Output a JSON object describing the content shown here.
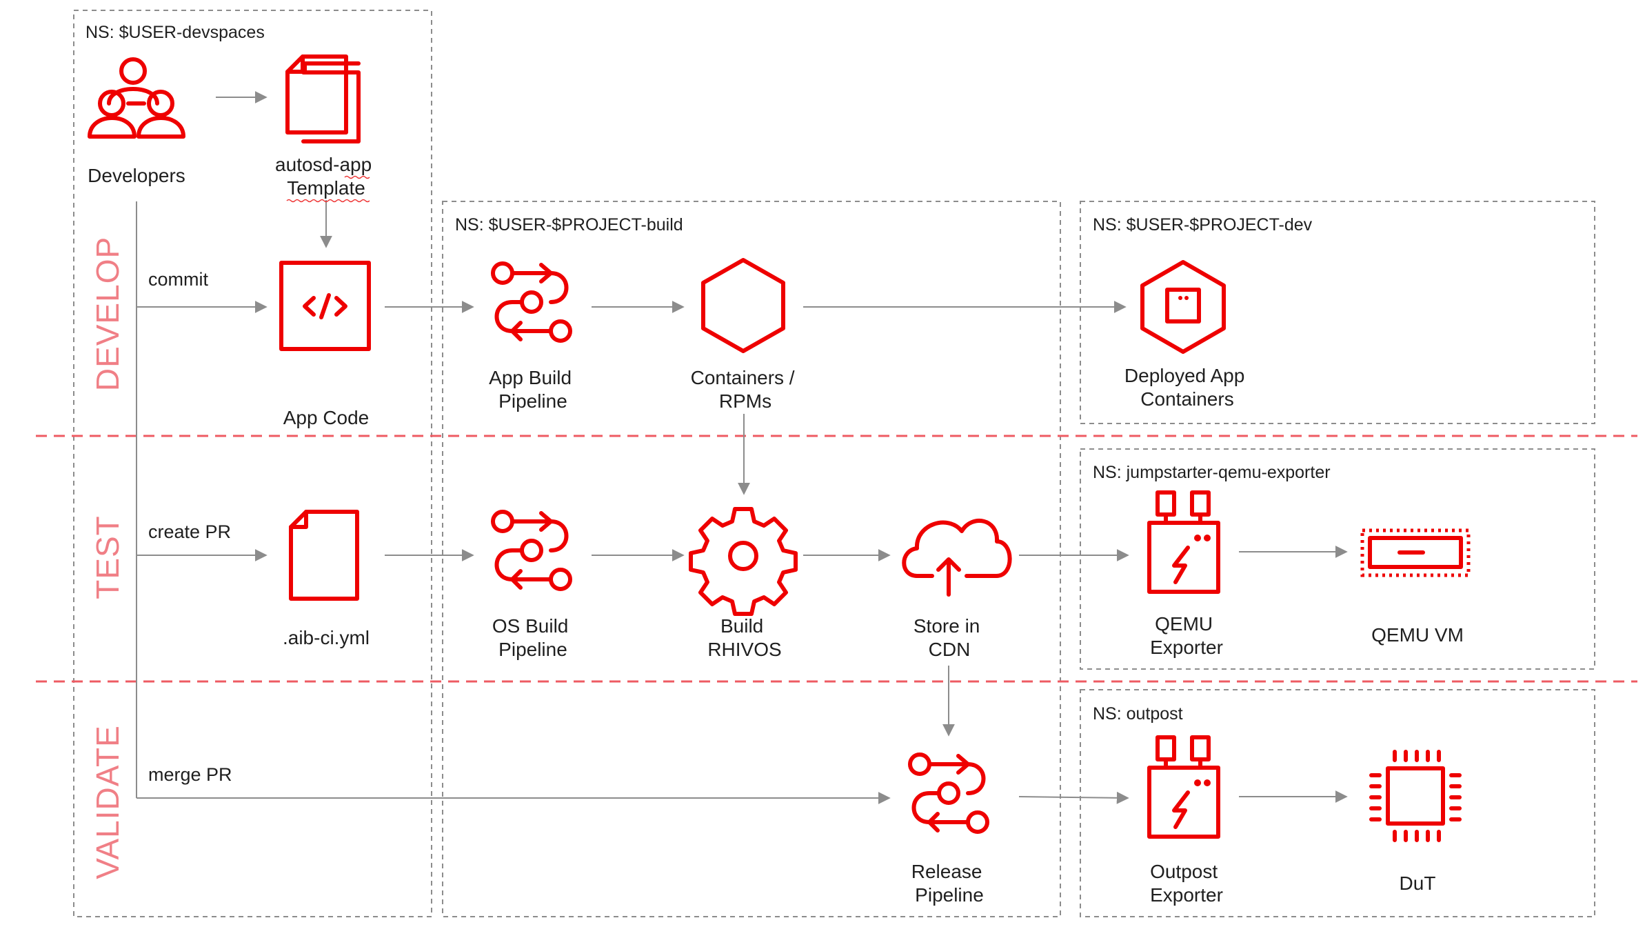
{
  "namespaces": {
    "devspaces": "NS: $USER-devspaces",
    "build": "NS: $USER-$PROJECT-build",
    "dev": "NS: $USER-$PROJECT-dev",
    "qemu": "NS: jumpstarter-qemu-exporter",
    "outpost": "NS: outpost"
  },
  "phases": {
    "develop": "DEVELOP",
    "test": "TEST",
    "validate": "VALIDATE"
  },
  "actions": {
    "commit": "commit",
    "create_pr": "create PR",
    "merge_pr": "merge PR"
  },
  "nodes": {
    "developers": [
      "Developers"
    ],
    "template": [
      "autosd-app",
      "Template"
    ],
    "app_code": [
      "App Code"
    ],
    "app_build": [
      "App Build",
      "Pipeline"
    ],
    "containers": [
      "Containers /",
      "RPMs"
    ],
    "deployed": [
      "Deployed App",
      "Containers"
    ],
    "aib_ci": [
      ".aib-ci.yml"
    ],
    "os_build": [
      "OS Build",
      "Pipeline"
    ],
    "build_rhivos": [
      "Build",
      "RHIVOS"
    ],
    "store_cdn": [
      "Store in",
      "CDN"
    ],
    "qemu_exporter": [
      "QEMU",
      "Exporter"
    ],
    "qemu_vm": [
      "QEMU VM"
    ],
    "release": [
      "Release",
      "Pipeline"
    ],
    "outpost_exporter": [
      "Outpost",
      "Exporter"
    ],
    "dut": [
      "DuT"
    ]
  },
  "icons": {
    "developers": "users-icon",
    "template": "documents-icon",
    "app_code": "code-icon",
    "pipeline": "pipeline-icon",
    "containers": "hexagon-icon",
    "deployed": "hexagon-container-icon",
    "aib_ci": "document-icon",
    "build_rhivos": "gear-icon",
    "store_cdn": "cloud-upload-icon",
    "exporter": "exporter-icon",
    "qemu_vm": "server-icon",
    "dut": "chip-icon"
  },
  "colors": {
    "icon_red": "#ee0000",
    "phase_text": "#f07f86",
    "phase_line": "#ee5b63",
    "box_border": "#8c8c8c",
    "arrow": "#8c8c8c"
  }
}
